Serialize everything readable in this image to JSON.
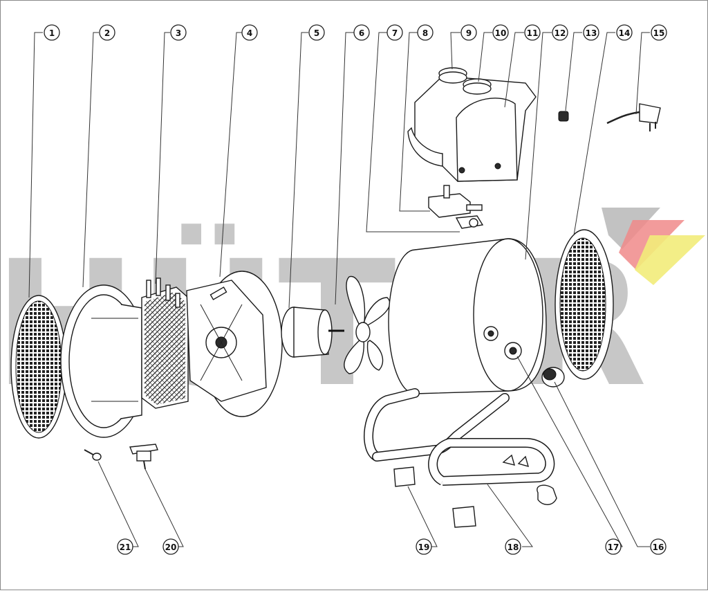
{
  "watermark": {
    "text": "HÜTER",
    "color": "#9a9a9a",
    "accent_red": "#f08a8a",
    "accent_yellow": "#f2ec7a"
  },
  "callouts": [
    "1",
    "2",
    "3",
    "4",
    "5",
    "6",
    "7",
    "8",
    "9",
    "10",
    "11",
    "12",
    "13",
    "14",
    "15",
    "16",
    "17",
    "18",
    "19",
    "20",
    "21"
  ]
}
